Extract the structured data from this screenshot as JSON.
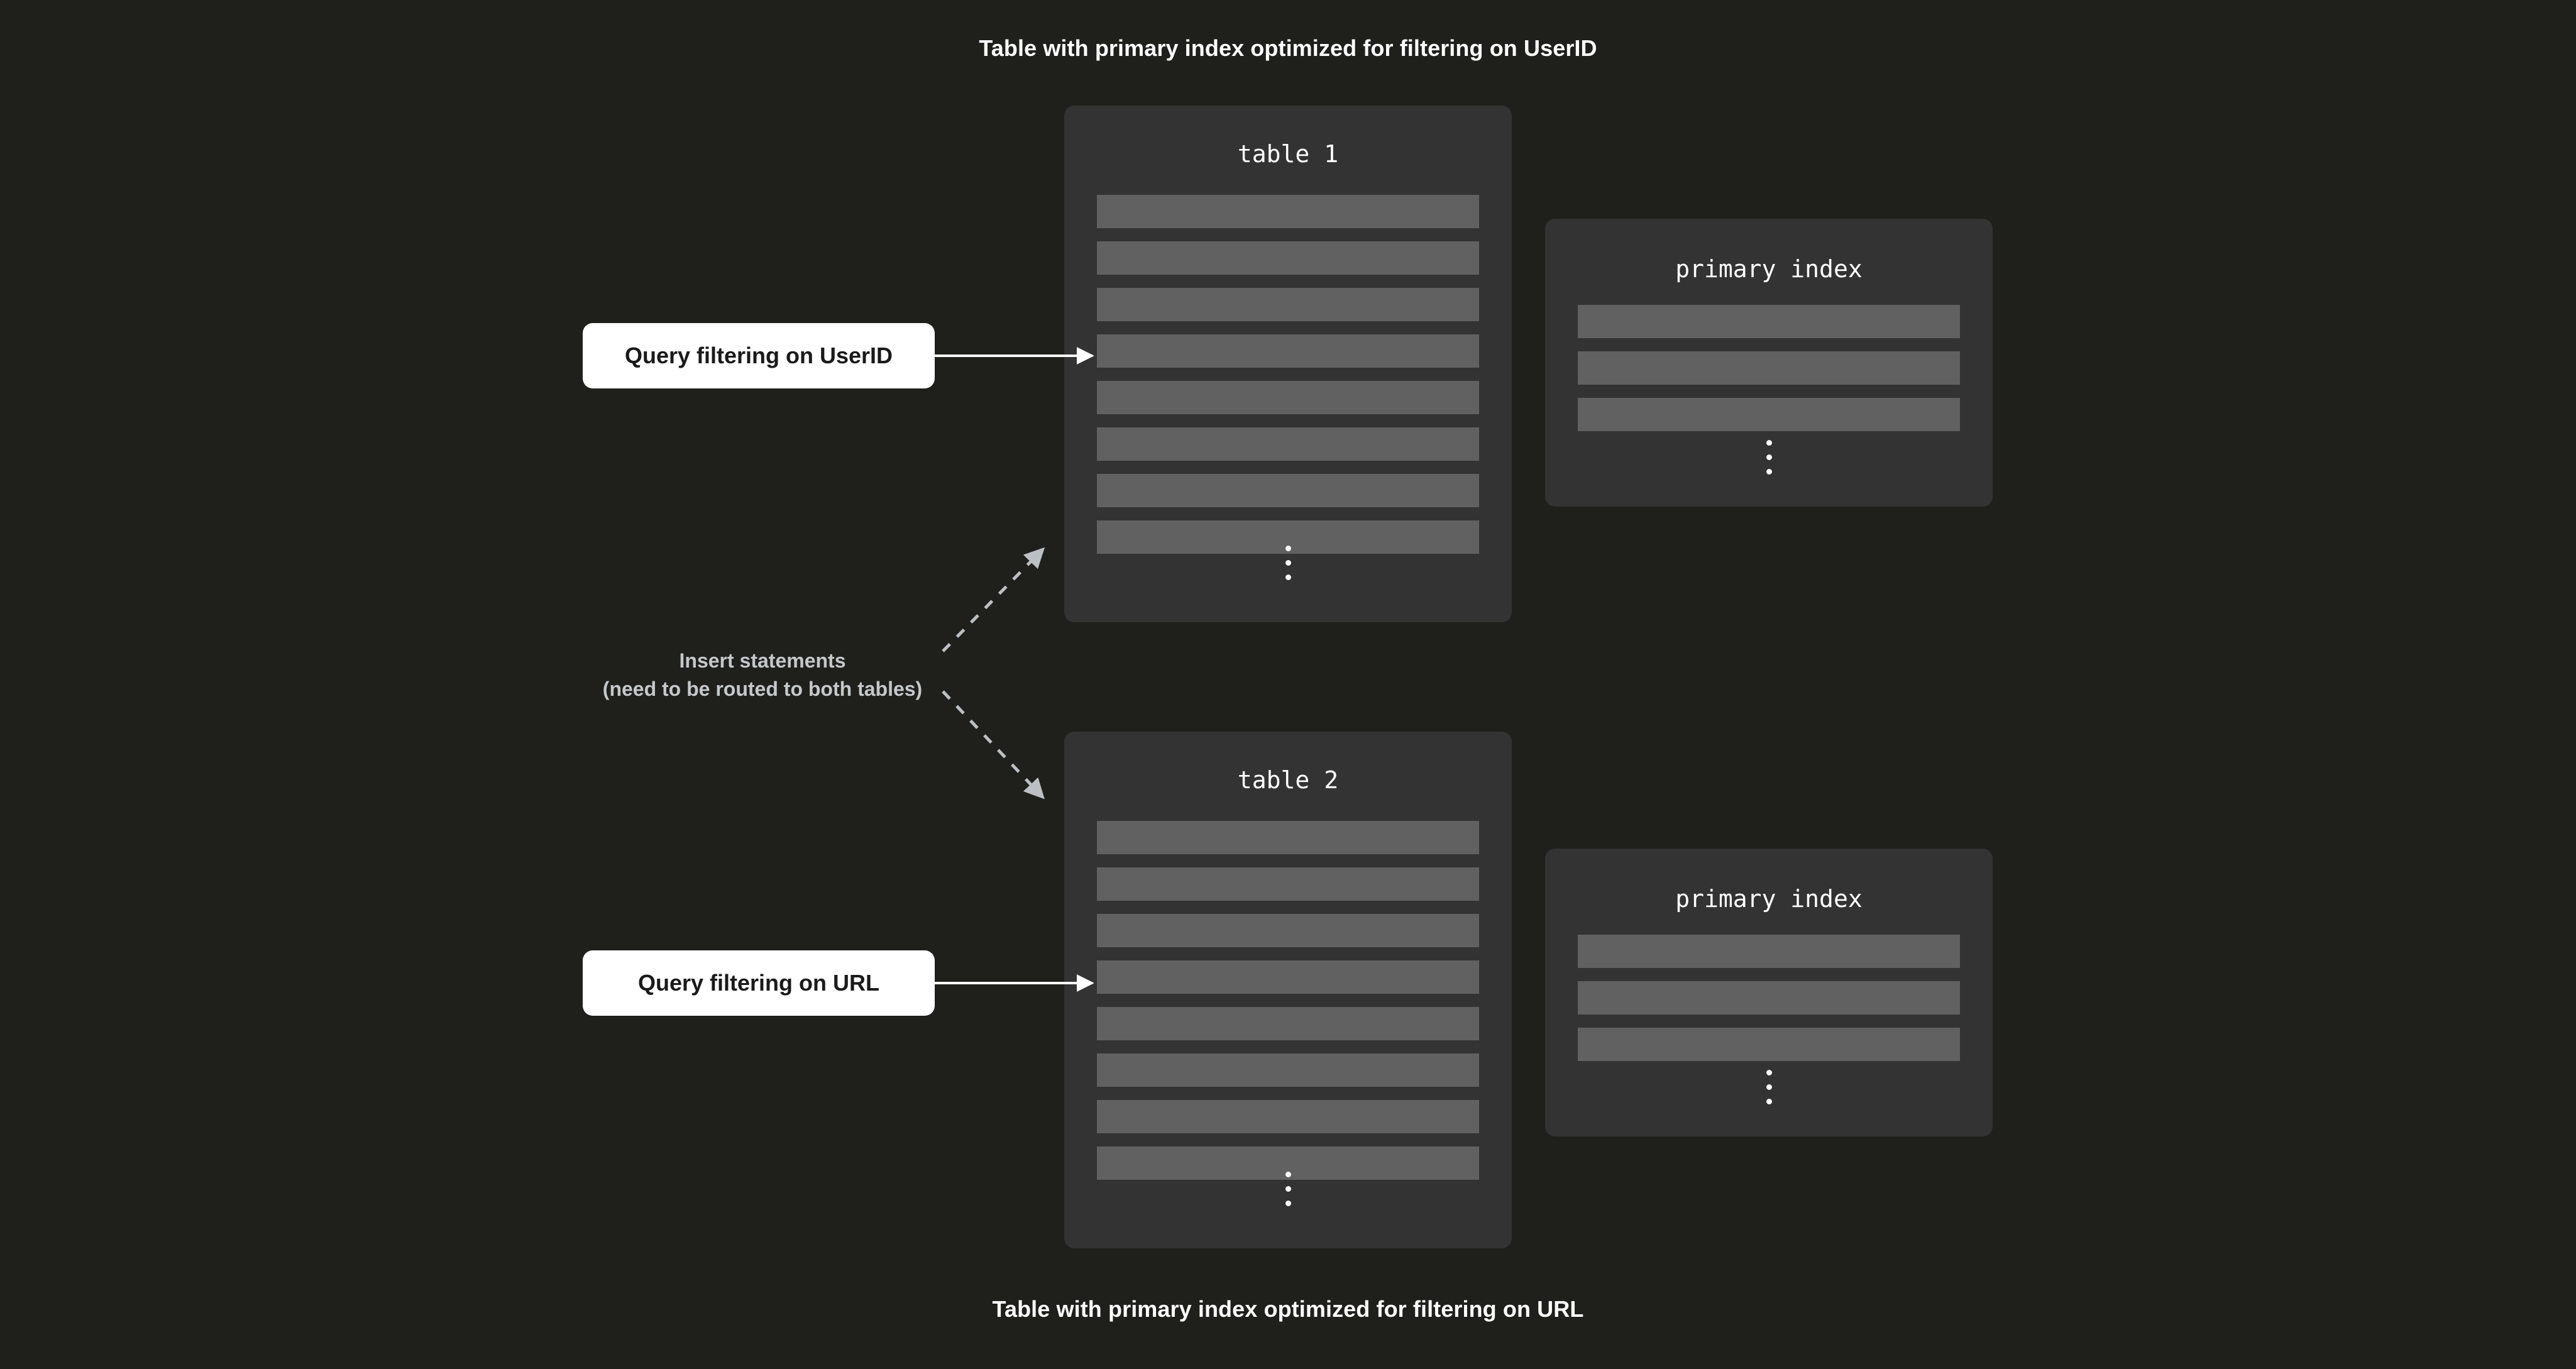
{
  "diagram": {
    "background_color": "#1f1f1c",
    "card_color": "#333333",
    "row_color": "#616161",
    "accent_white": "#ffffff",
    "muted_text_color": "#c5c8cb"
  },
  "captions": {
    "top": "Table with primary index optimized for filtering on UserID",
    "bottom": "Table with primary index optimized for filtering on URL"
  },
  "tables": [
    {
      "title": "table 1",
      "row_count": 8,
      "ellipsis": "vertical-ellipsis"
    },
    {
      "title": "table 2",
      "row_count": 8,
      "ellipsis": "vertical-ellipsis"
    }
  ],
  "indexes": [
    {
      "title": "primary index",
      "row_count": 3,
      "ellipsis": "vertical-ellipsis"
    },
    {
      "title": "primary index",
      "row_count": 3,
      "ellipsis": "vertical-ellipsis"
    }
  ],
  "queries": [
    {
      "label": "Query filtering on UserID",
      "target": "table 1"
    },
    {
      "label": "Query filtering on URL",
      "target": "table 2"
    }
  ],
  "insert_note": {
    "line1": "Insert statements",
    "line2": "(need to be routed to both tables)"
  },
  "connectors": [
    {
      "name": "query-userid-to-table-1",
      "style": "solid",
      "color": "#ffffff",
      "arrowhead": "triangle"
    },
    {
      "name": "query-url-to-table-2",
      "style": "solid",
      "color": "#ffffff",
      "arrowhead": "triangle"
    },
    {
      "name": "insert-to-table-1",
      "style": "dashed",
      "color": "#bcc0c4",
      "arrowhead": "triangle"
    },
    {
      "name": "insert-to-table-2",
      "style": "dashed",
      "color": "#bcc0c4",
      "arrowhead": "triangle"
    }
  ]
}
